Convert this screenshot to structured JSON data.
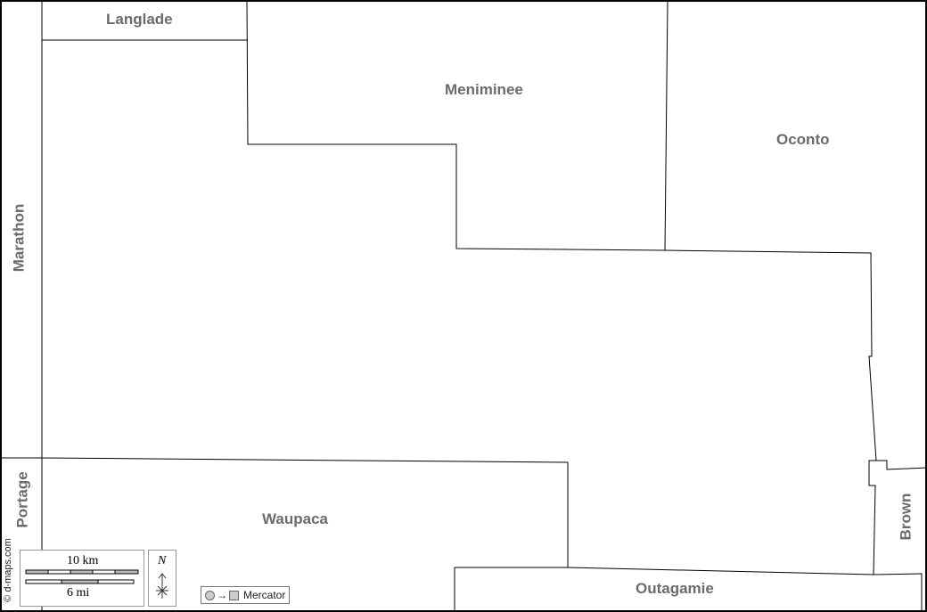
{
  "regions": {
    "langlade": "Langlade",
    "meniminee": "Meniminee",
    "oconto": "Oconto",
    "marathon": "Marathon",
    "portage": "Portage",
    "waupaca": "Waupaca",
    "outagamie": "Outagamie",
    "brown": "Brown"
  },
  "scale": {
    "km_label": "10 km",
    "mi_label": "6 mi"
  },
  "north_label": "N",
  "projection": {
    "arrow": "→",
    "label": "Mercator"
  },
  "copyright": "© d-maps.com",
  "colors": {
    "border": "#000000",
    "label": "#6b6b6b"
  }
}
